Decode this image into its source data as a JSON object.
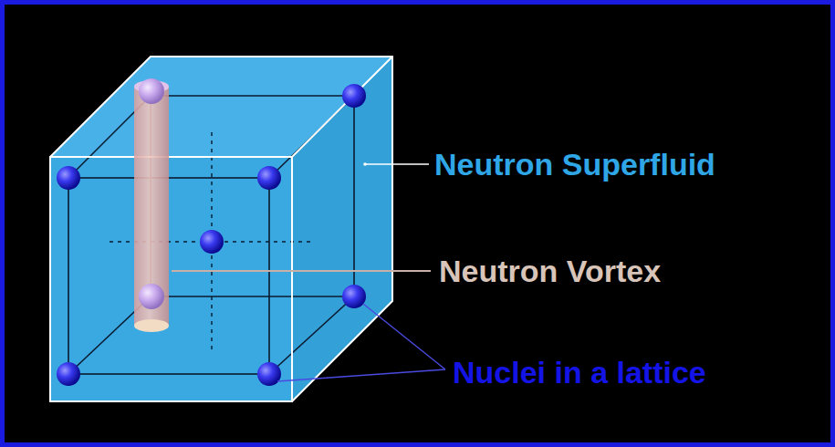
{
  "diagram": {
    "labels": [
      "Neutron Superfluid",
      "Neutron Vortex",
      "Nuclei in a lattice"
    ]
  }
}
